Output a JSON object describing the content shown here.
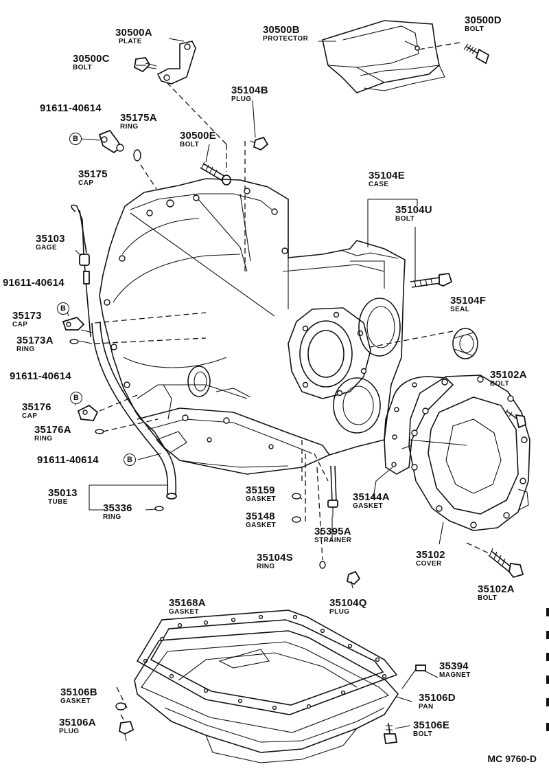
{
  "diagram_ref": "MC 9760-D",
  "bolt_mark": "B",
  "parts": [
    {
      "id": "p30500A",
      "number": "30500A",
      "name": "PLATE"
    },
    {
      "id": "p30500B",
      "number": "30500B",
      "name": "PROTECTOR"
    },
    {
      "id": "p30500C",
      "number": "30500C",
      "name": "BOLT"
    },
    {
      "id": "p30500D",
      "number": "30500D",
      "name": "BOLT"
    },
    {
      "id": "p30500E",
      "number": "30500E",
      "name": "BOLT"
    },
    {
      "id": "p35104B",
      "number": "35104B",
      "name": "PLUG"
    },
    {
      "id": "p91611a",
      "number": "91611-40614",
      "name": ""
    },
    {
      "id": "p35175A",
      "number": "35175A",
      "name": "RING"
    },
    {
      "id": "p35175",
      "number": "35175",
      "name": "CAP"
    },
    {
      "id": "p35104E",
      "number": "35104E",
      "name": "CASE"
    },
    {
      "id": "p35104U",
      "number": "35104U",
      "name": "BOLT"
    },
    {
      "id": "p35103",
      "number": "35103",
      "name": "GAGE"
    },
    {
      "id": "p91611b",
      "number": "91611-40614",
      "name": ""
    },
    {
      "id": "p35173",
      "number": "35173",
      "name": "CAP"
    },
    {
      "id": "p35173A",
      "number": "35173A",
      "name": "RING"
    },
    {
      "id": "p35104F",
      "number": "35104F",
      "name": "SEAL"
    },
    {
      "id": "p35102A1",
      "number": "35102A",
      "name": "BOLT"
    },
    {
      "id": "p91611c",
      "number": "91611-40614",
      "name": ""
    },
    {
      "id": "p35176",
      "number": "35176",
      "name": "CAP"
    },
    {
      "id": "p35176A",
      "number": "35176A",
      "name": "RING"
    },
    {
      "id": "p91611d",
      "number": "91611-40614",
      "name": ""
    },
    {
      "id": "p35013",
      "number": "35013",
      "name": "TUBE"
    },
    {
      "id": "p35336",
      "number": "35336",
      "name": "RING"
    },
    {
      "id": "p35159",
      "number": "35159",
      "name": "GASKET"
    },
    {
      "id": "p35148",
      "number": "35148",
      "name": "GASKET"
    },
    {
      "id": "p35144A",
      "number": "35144A",
      "name": "GASKET"
    },
    {
      "id": "p35395A",
      "number": "35395A",
      "name": "STRAINER"
    },
    {
      "id": "p35102",
      "number": "35102",
      "name": "COVER"
    },
    {
      "id": "p35104S",
      "number": "35104S",
      "name": "RING"
    },
    {
      "id": "p35104Q",
      "number": "35104Q",
      "name": "PLUG"
    },
    {
      "id": "p35102A2",
      "number": "35102A",
      "name": "BOLT"
    },
    {
      "id": "p35168A",
      "number": "35168A",
      "name": "GASKET"
    },
    {
      "id": "p35394",
      "number": "35394",
      "name": "MAGNET"
    },
    {
      "id": "p35106B",
      "number": "35106B",
      "name": "GASKET"
    },
    {
      "id": "p35106D",
      "number": "35106D",
      "name": "PAN"
    },
    {
      "id": "p35106A",
      "number": "35106A",
      "name": "PLUG"
    },
    {
      "id": "p35106E",
      "number": "35106E",
      "name": "BOLT"
    }
  ]
}
